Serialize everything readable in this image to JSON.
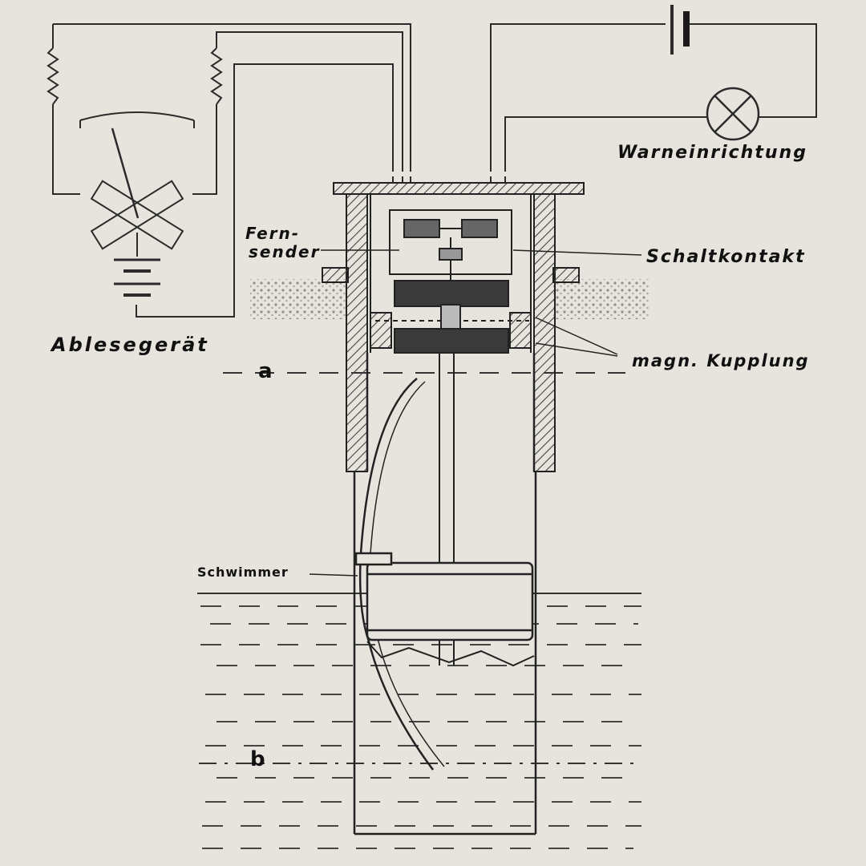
{
  "labels": {
    "ablesegeraet": "Ablesegerät",
    "warneinrichtung": "Warneinrichtung",
    "fernsender_line1": "Fern-",
    "fernsender_line2": "sender",
    "schaltkontakt": "Schaltkontakt",
    "magn_kupplung": "magn. Kupplung",
    "level_a": "a",
    "level_b": "b",
    "schwimmer": "Schwimmer"
  },
  "colors": {
    "paper": "#e6e4dc",
    "ink": "#2b2b2b",
    "dark_fill": "#3a3a3a",
    "hatch": "#555555"
  }
}
